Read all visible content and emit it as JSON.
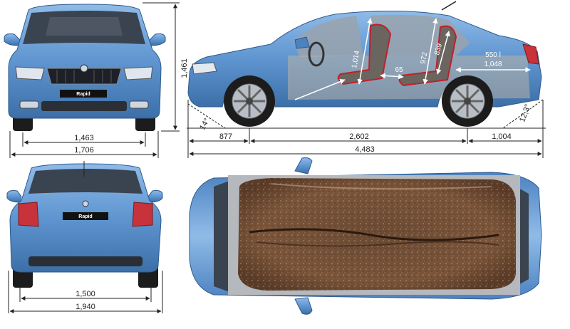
{
  "front_view": {
    "plate": "Rapid",
    "height": "1,461",
    "track": "1,463",
    "width": "1,706"
  },
  "rear_view": {
    "plate": "Rapid",
    "track": "1,500",
    "mirror_width": "1,940"
  },
  "side_view": {
    "approach_angle": "14°",
    "departure_angle": "12,3°",
    "front_overhang": "877",
    "wheelbase": "2,602",
    "rear_overhang": "1,004",
    "length": "4,483",
    "front_headroom": "1,014",
    "rear_knee": "65",
    "rear_headroom": "972",
    "rear_seat": "839",
    "boot_volume": "550 l",
    "boot_length": "1,048"
  },
  "colors": {
    "body": "#5f95d0",
    "body_light": "#8fbbe8",
    "body_dark": "#3c6fa8",
    "glass": "#3a4350",
    "tyre": "#1c1c1c",
    "seat_outline": "#c0202a",
    "interior_arrow": "#ffffff",
    "dim_line": "#222222"
  }
}
